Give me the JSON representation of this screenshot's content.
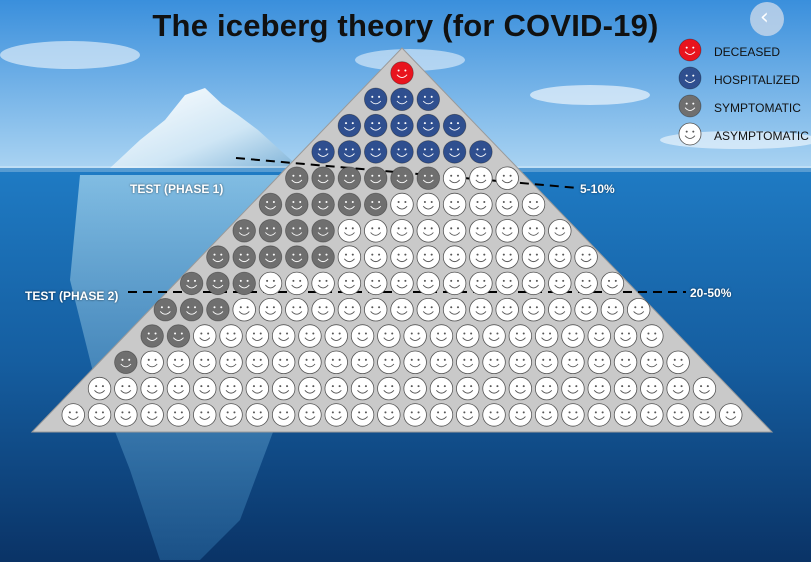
{
  "title": "The iceberg theory (for COVID-19)",
  "legend": [
    {
      "label": "DECEASED",
      "color": "#e8141e"
    },
    {
      "label": "HOSPITALIZED",
      "color": "#2f4f8f"
    },
    {
      "label": "SYMPTOMATIC",
      "color": "#6f6f6f"
    },
    {
      "label": "ASYMPTOMATIC",
      "color": "#ffffff"
    }
  ],
  "test_phase_1": {
    "label": "TEST (PHASE 1)",
    "percent": "5-10%"
  },
  "test_phase_2": {
    "label": "TEST (PHASE 2)",
    "percent": "20-50%"
  },
  "pyramid_rows": [
    {
      "hospitalized": 0,
      "symptomatic": 0,
      "deceased": 1
    },
    {
      "hospitalized": 3,
      "symptomatic": 0
    },
    {
      "hospitalized": 5,
      "symptomatic": 0
    },
    {
      "hospitalized": 7,
      "symptomatic": 0
    },
    {
      "hospitalized": 0,
      "symptomatic": 6
    },
    {
      "hospitalized": 0,
      "symptomatic": 5
    },
    {
      "hospitalized": 0,
      "symptomatic": 4
    },
    {
      "hospitalized": 0,
      "symptomatic": 5
    },
    {
      "hospitalized": 0,
      "symptomatic": 3
    },
    {
      "hospitalized": 0,
      "symptomatic": 3
    },
    {
      "hospitalized": 0,
      "symptomatic": 2
    },
    {
      "hospitalized": 0,
      "symptomatic": 1
    },
    {
      "hospitalized": 0,
      "symptomatic": 0
    },
    {
      "hospitalized": 0,
      "symptomatic": 0
    }
  ],
  "colors": {
    "sky_top": "#3a8fdc",
    "sky_bottom": "#a9d3f2",
    "ocean_top": "#1f7bc4",
    "ocean_bottom": "#0a3366",
    "pyramid": "#c8c8c8"
  },
  "nav_icon": "chevron-left-icon"
}
